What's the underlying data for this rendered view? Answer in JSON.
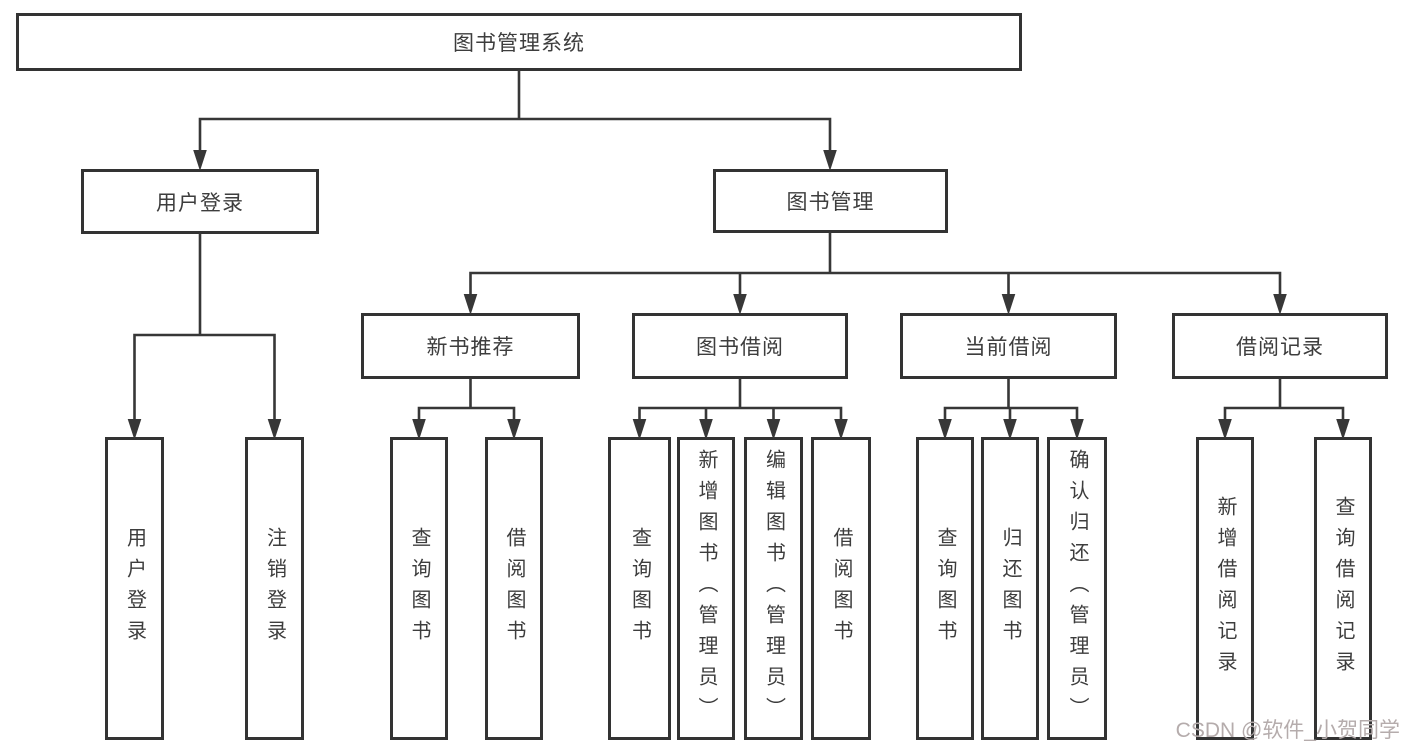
{
  "diagram": {
    "title": "图书管理系统",
    "colors": {
      "line": "#373737",
      "border": "#333333",
      "text": "#3d3d3d",
      "background": "#ffffff",
      "watermark": "#b5acac"
    },
    "nodes": {
      "root": "图书管理系统",
      "user_login": "用户登录",
      "book_mgmt": "图书管理",
      "new_book_rec": "新书推荐",
      "book_borrow": "图书借阅",
      "current_borrow": "当前借阅",
      "borrow_records": "借阅记录",
      "leaf_user_login": "用户登录",
      "leaf_logout": "注销登录",
      "leaf_query_book_1": "查询图书",
      "leaf_borrow_book_1": "借阅图书",
      "leaf_query_book_2": "查询图书",
      "leaf_add_book": "新增图书（管理员）",
      "leaf_edit_book": "编辑图书（管理员）",
      "leaf_borrow_book_2": "借阅图书",
      "leaf_query_book_3": "查询图书",
      "leaf_return_book": "归还图书",
      "leaf_confirm_return": "确认归还（管理员）",
      "leaf_add_record": "新增借阅记录",
      "leaf_query_record": "查询借阅记录"
    },
    "hierarchy": {
      "图书管理系统": [
        "用户登录",
        "图书管理"
      ],
      "用户登录": [
        "用户登录",
        "注销登录"
      ],
      "图书管理": [
        "新书推荐",
        "图书借阅",
        "当前借阅",
        "借阅记录"
      ],
      "新书推荐": [
        "查询图书",
        "借阅图书"
      ],
      "图书借阅": [
        "查询图书",
        "新增图书（管理员）",
        "编辑图书（管理员）",
        "借阅图书"
      ],
      "当前借阅": [
        "查询图书",
        "归还图书",
        "确认归还（管理员）"
      ],
      "借阅记录": [
        "新增借阅记录",
        "查询借阅记录"
      ]
    },
    "watermark": "CSDN @软件_小贺同学"
  }
}
